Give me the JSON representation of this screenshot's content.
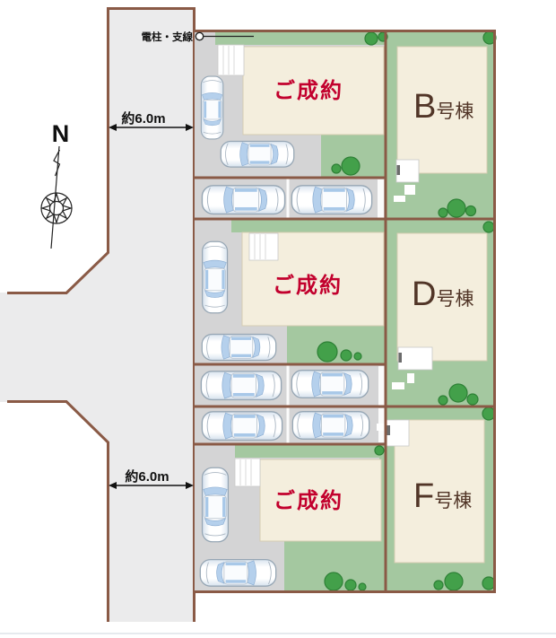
{
  "diagram_type": "real-estate-site-plan",
  "compass": {
    "north_label": "N"
  },
  "road": {
    "width_label_top": "約6.0m",
    "width_label_bottom": "約6.0m",
    "utility_pole_label": "電柱・支線"
  },
  "units": [
    {
      "row": 1,
      "left_plot_status": "ご成約",
      "right_unit_letter": "B",
      "right_unit_suffix": "号棟"
    },
    {
      "row": 2,
      "left_plot_status": "ご成約",
      "right_unit_letter": "D",
      "right_unit_suffix": "号棟"
    },
    {
      "row": 3,
      "left_plot_status": "ご成約",
      "right_unit_letter": "F",
      "right_unit_suffix": "号棟"
    }
  ],
  "icons": {
    "car": "car-top-view",
    "tree": "round-tree",
    "utility_pole": "small-circle-with-wire",
    "compass": "eight-point-rose-with-needle"
  },
  "colors": {
    "background": "#ffffff",
    "road_fill": "#ebebec",
    "driveway_fill": "#d4d4d5",
    "grass": "#a4c8a0",
    "tree": "#43a04a",
    "tree_outline": "#2e8036",
    "building_fill": "#f4eedd",
    "building_border": "#d6cdb2",
    "plot_border": "#8a5a46",
    "sold_text": "#c2002d",
    "unit_text": "#513527",
    "annotation_text": "#111111"
  }
}
